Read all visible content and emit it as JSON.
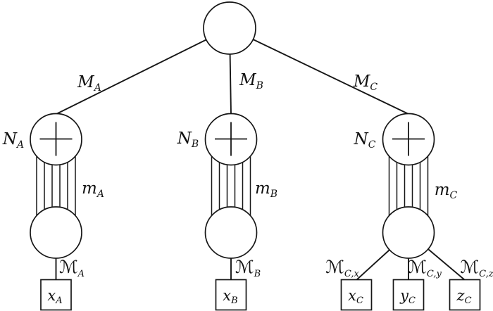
{
  "diagram": {
    "description": "tree-tensor-network-graphical-model",
    "colors": {
      "stroke": "#161616",
      "background": "#ffffff",
      "node_fill": "#ffffff"
    },
    "icons": {
      "plus": "+"
    },
    "root": {
      "label": ""
    },
    "branches": [
      {
        "id": "A",
        "edge_label": {
          "base": "M",
          "sub": "A"
        },
        "count_label": {
          "base": "N",
          "sub": "A"
        },
        "bundle_label": {
          "base": "m",
          "sub": "A"
        },
        "leaves": [
          {
            "edge_label": {
              "base": "ℳ",
              "sub": "A"
            },
            "box_label": {
              "base": "x",
              "sub": "A"
            }
          }
        ]
      },
      {
        "id": "B",
        "edge_label": {
          "base": "M",
          "sub": "B"
        },
        "count_label": {
          "base": "N",
          "sub": "B"
        },
        "bundle_label": {
          "base": "m",
          "sub": "B"
        },
        "leaves": [
          {
            "edge_label": {
              "base": "ℳ",
              "sub": "B"
            },
            "box_label": {
              "base": "x",
              "sub": "B"
            }
          }
        ]
      },
      {
        "id": "C",
        "edge_label": {
          "base": "M",
          "sub": "C"
        },
        "count_label": {
          "base": "N",
          "sub": "C"
        },
        "bundle_label": {
          "base": "m",
          "sub": "C"
        },
        "leaves": [
          {
            "edge_label": {
              "base": "ℳ",
              "sub": "C,x"
            },
            "box_label": {
              "base": "x",
              "sub": "C"
            }
          },
          {
            "edge_label": {
              "base": "ℳ",
              "sub": "C,y"
            },
            "box_label": {
              "base": "y",
              "sub": "C"
            }
          },
          {
            "edge_label": {
              "base": "ℳ",
              "sub": "C,z"
            },
            "box_label": {
              "base": "z",
              "sub": "C"
            }
          }
        ]
      }
    ]
  }
}
